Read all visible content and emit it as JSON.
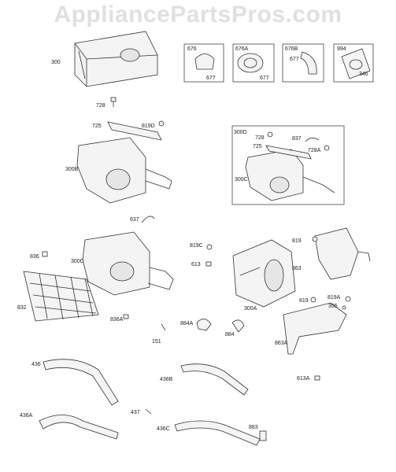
{
  "watermark": "AppliancePartsPros.com",
  "labels": {
    "p300": "300",
    "p676": "676",
    "p677a": "677",
    "p676A": "676A",
    "p677b": "677",
    "p676B": "676B",
    "p677c": "677",
    "p994": "994",
    "p346": "346",
    "p728a": "728",
    "p725a": "725",
    "p819D": "819D",
    "p300B": "300B",
    "p300D": "300D",
    "p728b": "728",
    "p837": "837",
    "p725b": "725",
    "p728A": "728A",
    "p300C_box": "300C",
    "p637": "637",
    "p836": "836",
    "p300C": "300C",
    "p819C": "819C",
    "p613": "613",
    "p819": "819",
    "p863": "863",
    "p300A": "300A",
    "p832": "832",
    "p836A": "836A",
    "p819b": "819",
    "p819A": "819A",
    "p355": "355",
    "p884A": "884A",
    "p884": "884",
    "p151": "151",
    "p863A": "863A",
    "p436": "436",
    "p436B": "436B",
    "p613A": "613A",
    "p436A": "436A",
    "p437": "437",
    "p436C": "436C",
    "p883": "883"
  }
}
